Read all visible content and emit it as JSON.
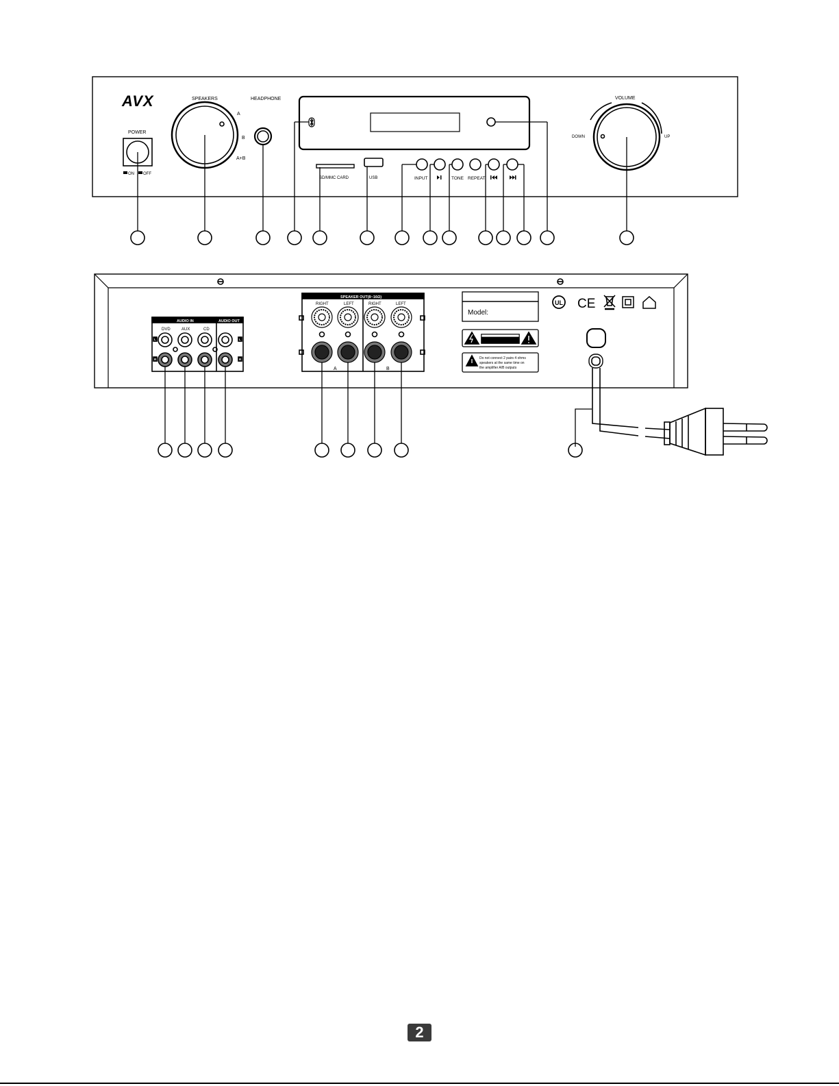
{
  "front": {
    "logo": "AVX",
    "power": "POWER",
    "on_off": [
      "ON",
      "OFF"
    ],
    "speakers": "SPEAKERS",
    "speaker_modes": [
      "A",
      "B",
      "A+B"
    ],
    "headphone": "HEADPHONE",
    "sd_card": "SD/MMC CARD",
    "usb": "USB",
    "input": "INPUT",
    "tone": "TONE",
    "repeat": "REPEAT",
    "volume": "VOLUME",
    "down": "DOWN",
    "up": "UP"
  },
  "rear": {
    "audio_in": "AUDIO IN",
    "audio_out": "AUDIO OUT",
    "inputs": [
      "DVD",
      "AUX",
      "CD"
    ],
    "channels": [
      "L",
      "R"
    ],
    "speaker_out": "SPEAKER OUT(8~16Ω)",
    "right": "RIGHT",
    "left": "LEFT",
    "group_a": "A",
    "group_b": "B",
    "model": "Model:",
    "warning_text": [
      "Do not connect 2 pairs 4 ohms",
      "speakers at the same time on",
      "the amplifier A/B outputs"
    ],
    "ul_mark": "UL",
    "ce_mark": "CE"
  },
  "page_number": "2"
}
